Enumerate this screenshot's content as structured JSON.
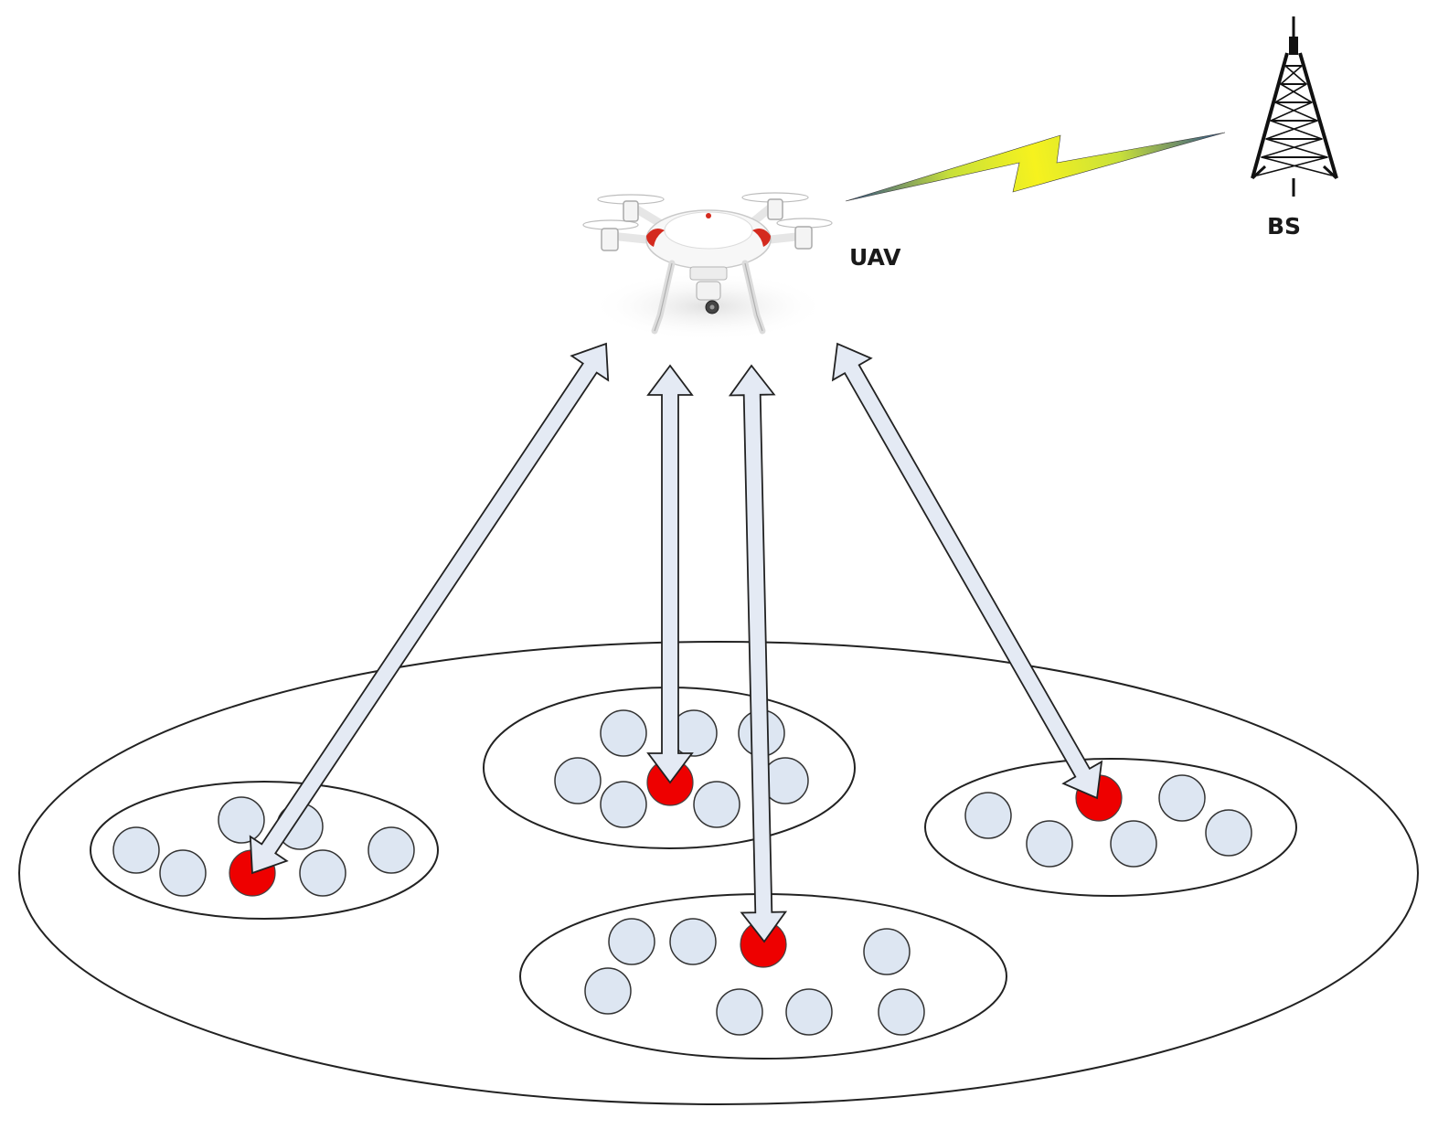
{
  "labels": {
    "uav": "UAV",
    "bs": "BS"
  },
  "colors": {
    "background": "#ffffff",
    "member_node_fill": "#dde6f2",
    "cluster_head_fill": "#ee0000",
    "arrow_fill": "#e4eaf4",
    "outline": "#222222",
    "link_bolt": "#f2f020",
    "link_tail": "#2b4f8c"
  },
  "icons": {
    "uav": "quadcopter-drone-icon",
    "bs": "lattice-tower-icon",
    "link": "wireless-lightning-bolt"
  },
  "clusters": [
    {
      "name": "left",
      "member_nodes": 6,
      "cluster_heads": 1
    },
    {
      "name": "top-center",
      "member_nodes": 7,
      "cluster_heads": 1
    },
    {
      "name": "right",
      "member_nodes": 5,
      "cluster_heads": 1
    },
    {
      "name": "bottom-center",
      "member_nodes": 7,
      "cluster_heads": 1
    }
  ]
}
